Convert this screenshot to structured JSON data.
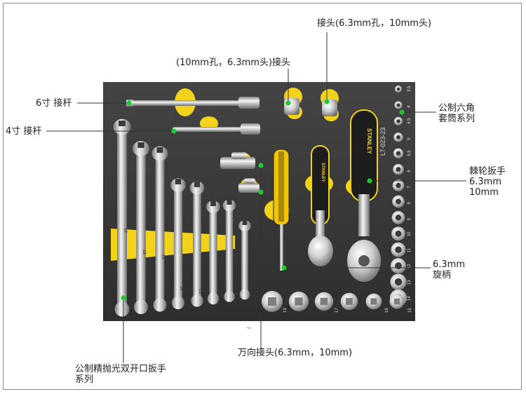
{
  "labels": {
    "adapter_top": "接头(6.3mm孔，10mm头)",
    "adapter_mid": "(10mm孔，6.3mm头)接头",
    "ext6": "6寸 接杆",
    "ext4": "4寸 接杆",
    "hex_sockets_l1": "公制六角",
    "hex_sockets_l2": "套筒系列",
    "ratchet_l1": "棘轮扳手",
    "ratchet_l2": "6.3mm",
    "ratchet_l3": "10mm",
    "spinner_l1": "6.3mm",
    "spinner_l2": "旋柄",
    "ujoint": "万向接头(6.3mm，10mm)",
    "wrench_l1": "公制精抛光双开口扳手",
    "wrench_l2": "系列"
  },
  "product": {
    "brand": "STANLEY",
    "model": "LT-023-23",
    "small_socket_sizes": [
      "3.5",
      "4",
      "4.5",
      "5",
      "5.5",
      "6",
      "7",
      "8",
      "9",
      "10",
      "11",
      "12",
      "13",
      "14"
    ],
    "large_socket_sizes": [
      "19",
      "",
      "17",
      "",
      "16",
      "15",
      ""
    ],
    "wrench_sizes": [
      "19",
      "18",
      "15",
      "14",
      "13",
      "10",
      "9",
      "7"
    ]
  },
  "colors": {
    "tray": "#3a3a3a",
    "foam_yellow": "#f2d21b",
    "chrome": "#d8d8d8",
    "leader_line": "#333333",
    "dot_green": "#1ccc2a"
  }
}
